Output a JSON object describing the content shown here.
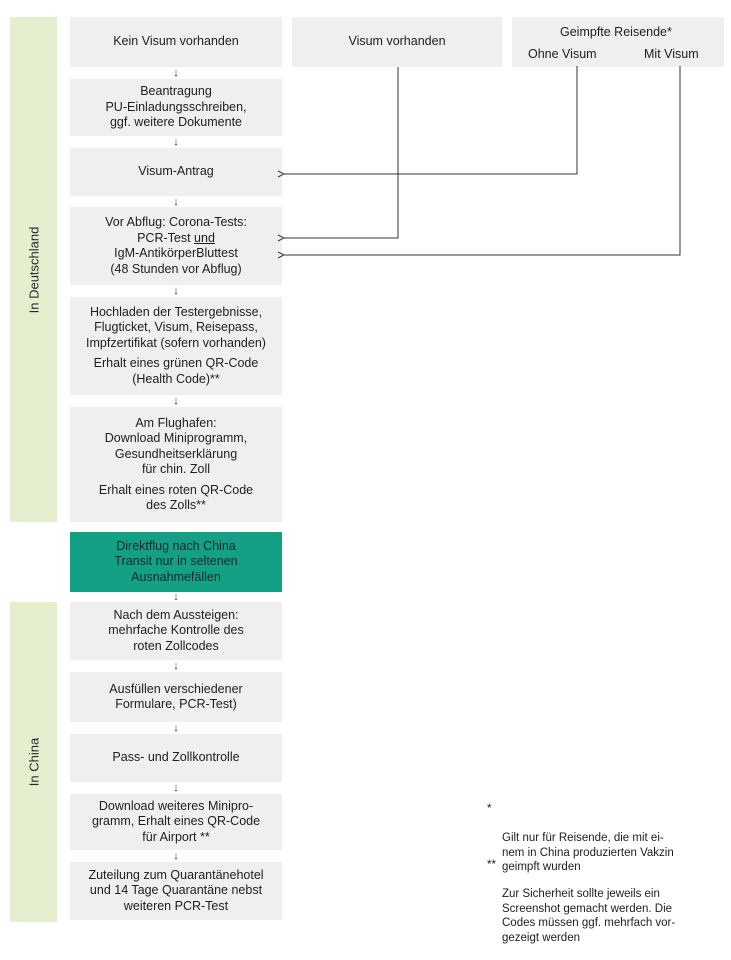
{
  "bands": {
    "germany": "In Deutschland",
    "china": "In China"
  },
  "headers": {
    "no_visa": "Kein Visum vorhanden",
    "has_visa": "Visum vorhanden",
    "vaccinated": "Geimpfte Reisende*",
    "without_visa": "Ohne Visum",
    "with_visa": "Mit Visum"
  },
  "steps": {
    "invitation": "Beantragung\nPU-Einladungsschreiben,\nggf. weitere Dokumente",
    "visa_application": "Visum-Antrag",
    "tests_line1": "Vor Abflug: Corona-Tests:",
    "tests_pcr": "PCR-Test ",
    "tests_and": "und",
    "tests_rest": "IgM-AntikörperBluttest\n(48 Stunden vor Abflug)",
    "upload": "Hochladen der Testergebnisse,\nFlugticket, Visum, Reisepass,\nImpfzertifikat (sofern vorhanden)",
    "upload_sub": "Erhalt eines grünen QR-Code\n(Health Code)**",
    "airport": "Am Flughafen:\nDownload Miniprogramm,\nGesundheitserklärung\nfür chin. Zoll",
    "airport_sub": "Erhalt eines roten QR-Code\ndes Zolls**",
    "flight": "Direktflug nach China\nTransit nur in seltenen\nAusnahmefällen",
    "arrival": "Nach dem Aussteigen:\nmehrfache Kontrolle des\nroten Zollcodes",
    "forms": "Ausfüllen verschiedener\nFormulare, PCR-Test)",
    "passport": "Pass- und Zollkontrolle",
    "miniprogram": "Download weiteres Minipro-\ngramm, Erhalt eines QR-Code\nfür Airport **",
    "quarantine": "Zuteilung zum Quarantänehotel\nund 14 Tage Quarantäne nebst\nweiteren PCR-Test"
  },
  "footnotes": [
    {
      "mark": "*",
      "text": "Gilt nur für Reisende, die mit ei-\nnem in China produzierten Vakzin\ngeimpft wurden"
    },
    {
      "mark": "**",
      "text": "Zur Sicherheit sollte jeweils ein\nScreenshot gemacht werden. Die\nCodes müssen ggf. mehrfach vor-\ngezeigt werden"
    }
  ],
  "arrow_glyph": "↓",
  "colors": {
    "band": "#e4efd0",
    "box": "#eeefee",
    "highlight": "#14a085"
  }
}
